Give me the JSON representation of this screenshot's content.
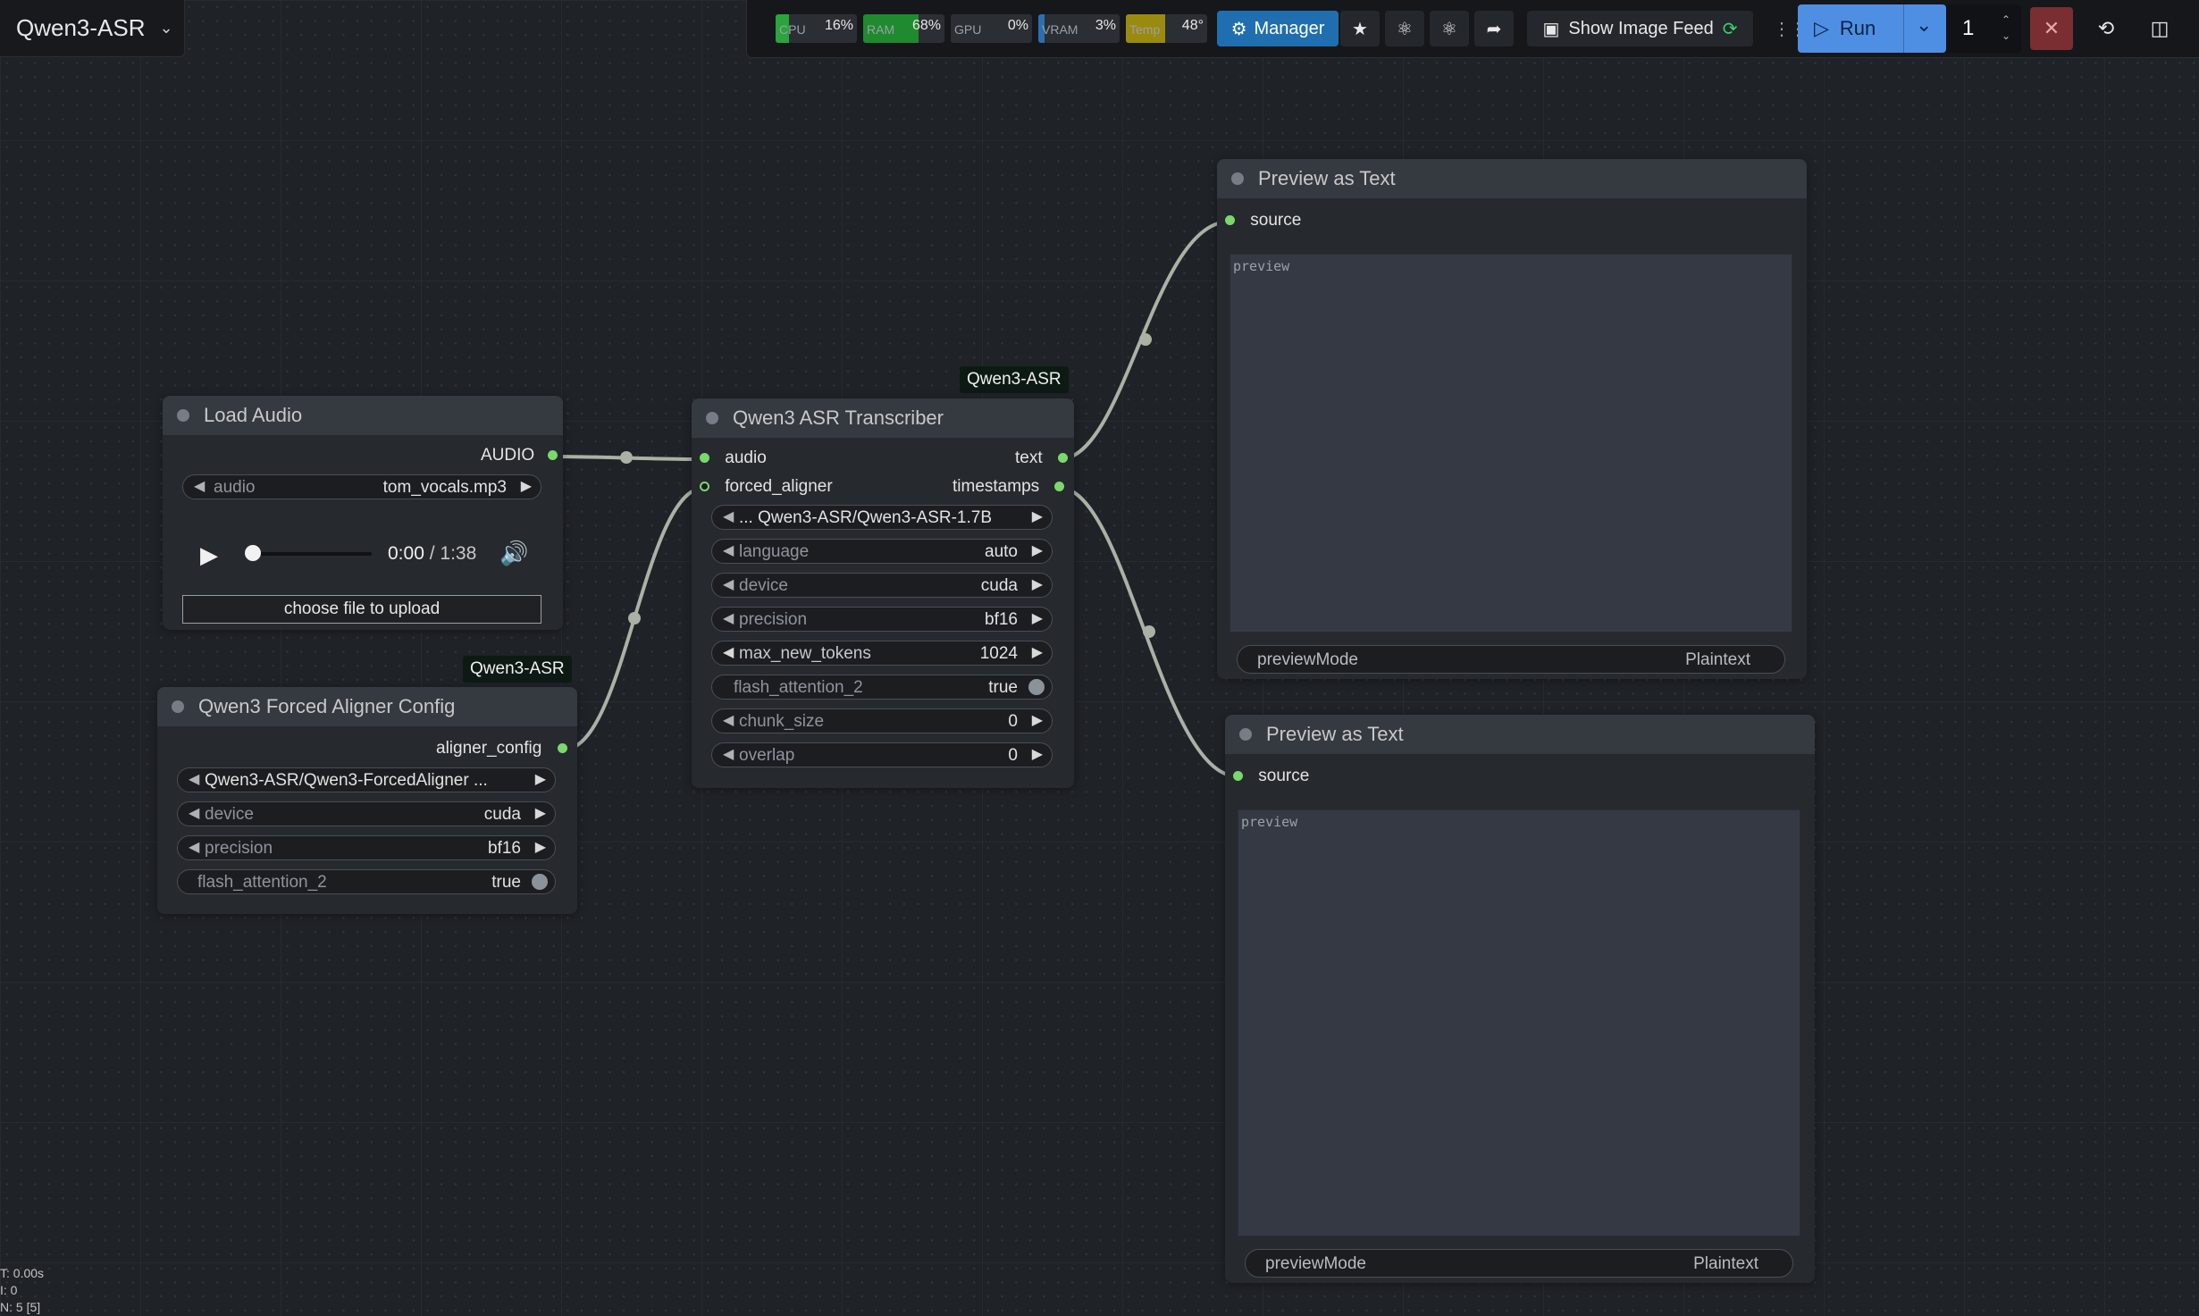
{
  "workflow": {
    "title": "Qwen3-ASR"
  },
  "monitors": [
    {
      "label": "CPU",
      "value": "16%",
      "fill": 0.16,
      "color": "#2aa43c"
    },
    {
      "label": "RAM",
      "value": "68%",
      "fill": 0.68,
      "color": "#1f8a2e"
    },
    {
      "label": "GPU",
      "value": "0%",
      "fill": 0.0,
      "color": "#2aa43c"
    },
    {
      "label": "VRAM",
      "value": "3%",
      "fill": 0.03,
      "color": "#2b6fb0"
    },
    {
      "label": "Temp",
      "value": "48°",
      "fill": 0.48,
      "color": "#9a8a10"
    }
  ],
  "toolbar": {
    "manager_label": "Manager",
    "show_image_feed_label": "Show Image Feed",
    "run_label": "Run",
    "queue_count": "1"
  },
  "nodes": {
    "load_audio": {
      "title": "Load Audio",
      "output": "AUDIO",
      "audio_widget_label": "audio",
      "audio_widget_value": "tom_vocals.mp3",
      "time_current": "0:00",
      "time_sep": " / ",
      "time_total": "1:38",
      "upload_label": "choose file to upload"
    },
    "aligner": {
      "badge": "Qwen3-ASR",
      "title": "Qwen3 Forced Aligner Config",
      "output": "aligner_config",
      "model_value": "Qwen3-ASR/Qwen3-ForcedAligner ...",
      "widgets": [
        {
          "label": "device",
          "value": "cuda"
        },
        {
          "label": "precision",
          "value": "bf16"
        }
      ],
      "flash_label": "flash_attention_2",
      "flash_value": "true"
    },
    "transcriber": {
      "badge": "Qwen3-ASR",
      "title": "Qwen3 ASR Transcriber",
      "inputs": [
        "audio",
        "forced_aligner"
      ],
      "outputs": [
        "text",
        "timestamps"
      ],
      "model_value": "... Qwen3-ASR/Qwen3-ASR-1.7B",
      "widgets": [
        {
          "label": "language",
          "value": "auto"
        },
        {
          "label": "device",
          "value": "cuda"
        },
        {
          "label": "precision",
          "value": "bf16"
        },
        {
          "label": "max_new_tokens",
          "value": "1024"
        }
      ],
      "flash_label": "flash_attention_2",
      "flash_value": "true",
      "widgets2": [
        {
          "label": "chunk_size",
          "value": "0"
        },
        {
          "label": "overlap",
          "value": "0"
        }
      ]
    },
    "preview1": {
      "title": "Preview as Text",
      "input": "source",
      "placeholder": "preview",
      "mode_label": "previewMode",
      "mode_value": "Plaintext"
    },
    "preview2": {
      "title": "Preview as Text",
      "input": "source",
      "placeholder": "preview",
      "mode_label": "previewMode",
      "mode_value": "Plaintext"
    }
  },
  "stats": [
    "T: 0.00s",
    "I: 0",
    "N: 5 [5]"
  ]
}
